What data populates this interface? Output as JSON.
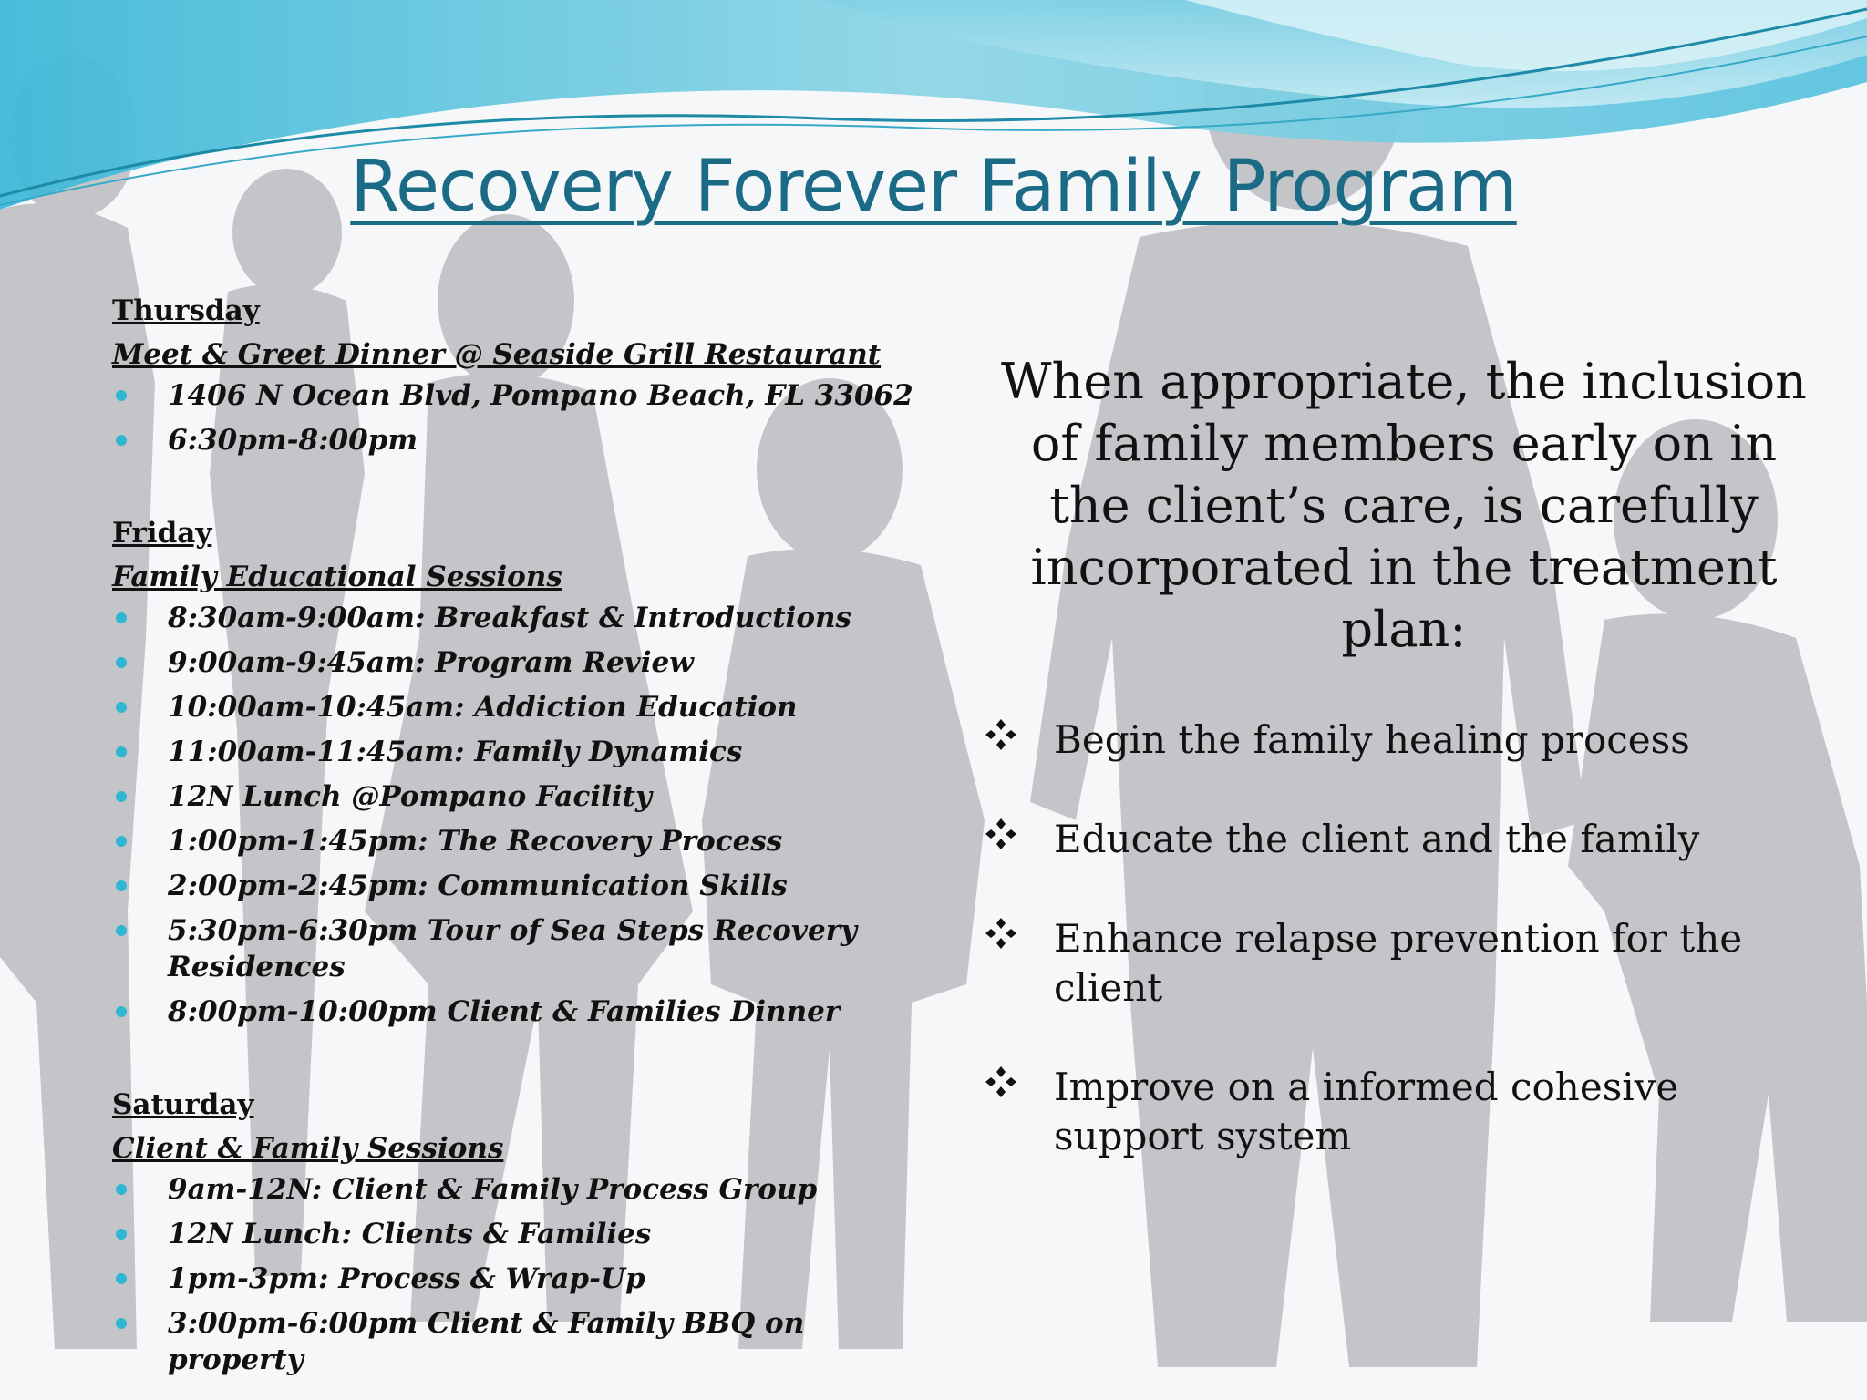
{
  "colors": {
    "title": "#1b6b86",
    "bullet": "#2fb6d2",
    "silhouette": "#c4c5c8",
    "wave": "#5fc6e0"
  },
  "title": "Recovery Forever Family Program",
  "schedule": {
    "thursday": {
      "day": "Thursday",
      "event": "Meet & Greet Dinner @ Seaside Grill Restaurant",
      "items": [
        "1406 N Ocean Blvd, Pompano Beach, FL 33062",
        "6:30pm-8:00pm"
      ]
    },
    "friday": {
      "day": "Friday",
      "event": "Family Educational Sessions",
      "items": [
        "8:30am-9:00am: Breakfast & Introductions",
        "9:00am-9:45am: Program Review",
        "10:00am-10:45am: Addiction Education",
        "11:00am-11:45am: Family Dynamics",
        "12N Lunch @Pompano Facility",
        "1:00pm-1:45pm: The Recovery Process",
        "2:00pm-2:45pm: Communication Skills",
        "5:30pm-6:30pm Tour of Sea Steps Recovery Residences",
        "8:00pm-10:00pm Client & Families Dinner"
      ]
    },
    "saturday": {
      "day": "Saturday",
      "event": "Client & Family Sessions",
      "items": [
        "9am-12N: Client & Family Process Group",
        "12N Lunch: Clients & Families",
        "1pm-3pm: Process & Wrap-Up",
        "3:00pm-6:00pm Client & Family BBQ on property"
      ]
    }
  },
  "intro": "When appropriate, the inclusion of family members early on in the client’s care, is carefully incorporated in the treatment plan:",
  "goals": [
    "Begin the family healing process",
    "Educate the client and the family",
    "Enhance relapse prevention for the client",
    "Improve on a informed cohesive support system"
  ]
}
